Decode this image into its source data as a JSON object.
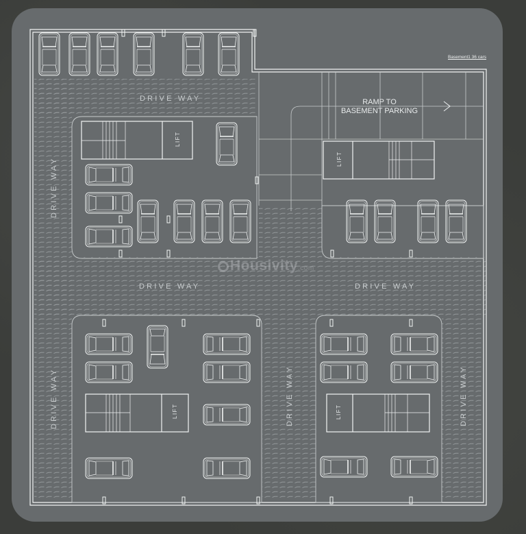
{
  "title_note": "Basement1 36 cars",
  "watermark": {
    "brand": "Housivity",
    "suffix": ".com"
  },
  "labels": {
    "ramp_line1": "RAMP TO",
    "ramp_line2": "BASEMENT PARKING",
    "driveway": "DRIVE WAY",
    "lift": "LIFT"
  },
  "driveways": [
    {
      "id": "top",
      "label": "DRIVE WAY",
      "orientation": "horizontal"
    },
    {
      "id": "middle-left",
      "label": "DRIVE WAY",
      "orientation": "horizontal"
    },
    {
      "id": "middle-right",
      "label": "DRIVE WAY",
      "orientation": "horizontal"
    },
    {
      "id": "left-upper",
      "label": "DRIVE WAY",
      "orientation": "vertical"
    },
    {
      "id": "left-lower",
      "label": "DRIVE WAY",
      "orientation": "vertical"
    },
    {
      "id": "center-lower",
      "label": "DRIVE WAY",
      "orientation": "vertical"
    },
    {
      "id": "right-lower",
      "label": "DRIVE WAY",
      "orientation": "vertical"
    }
  ],
  "lifts": [
    {
      "id": "lift-top-left",
      "label": "LIFT"
    },
    {
      "id": "lift-top-right",
      "label": "LIFT"
    },
    {
      "id": "lift-bottom-left",
      "label": "LIFT"
    },
    {
      "id": "lift-bottom-right",
      "label": "LIFT"
    }
  ],
  "parking": {
    "total_cars": 36
  },
  "colors": {
    "background": "#3b3d3a",
    "panel": "#676b6d",
    "lines": "#f2f4f4",
    "hatch": "#8d9294"
  }
}
